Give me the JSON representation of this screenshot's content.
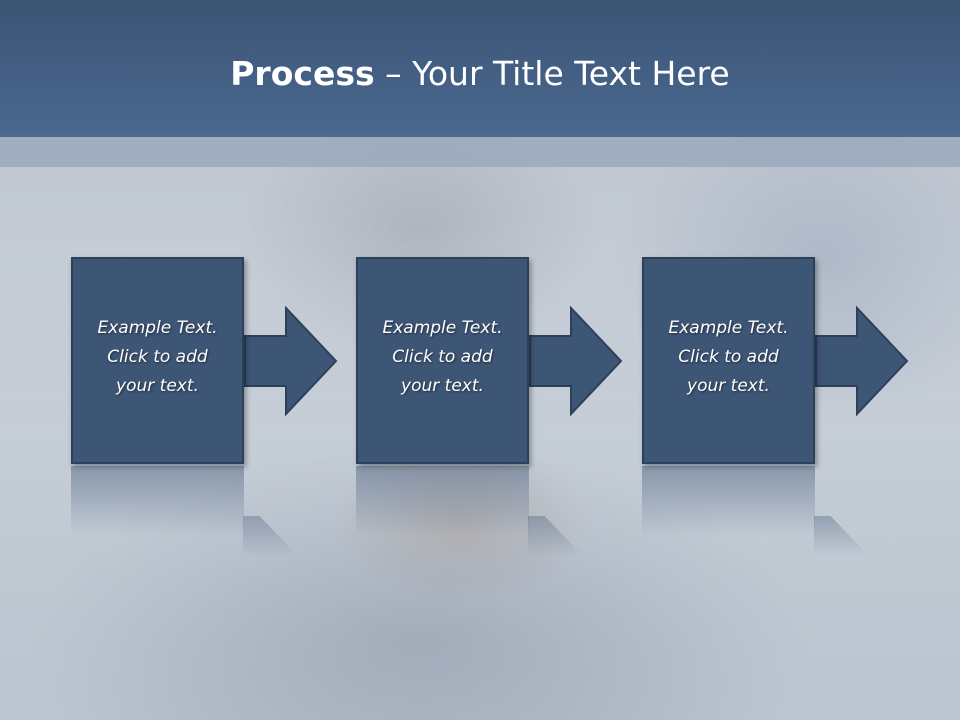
{
  "title": {
    "bold": "Process",
    "rest": " – Your Title Text Here"
  },
  "steps": [
    {
      "text": "Example Text.\nClick  to add\nyour text."
    },
    {
      "text": "Example Text.\nClick  to add\nyour text."
    },
    {
      "text": "Example Text.\nClick  to add\nyour text."
    }
  ],
  "colors": {
    "header": "#3b5474",
    "box_fill": "#3e5676",
    "box_border": "#2d405a",
    "text": "#ffffff"
  },
  "icons": [
    "right-arrow-icon",
    "right-arrow-icon",
    "right-arrow-icon"
  ]
}
